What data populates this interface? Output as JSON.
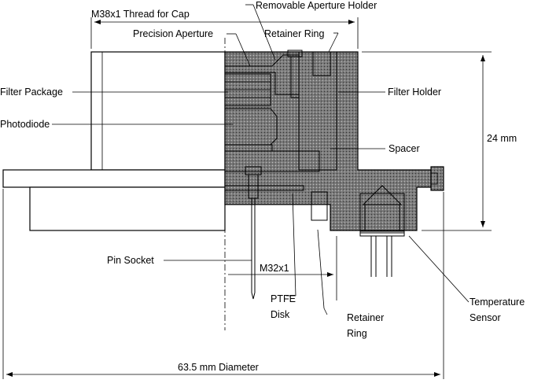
{
  "labels": {
    "thread_cap": "M38x1 Thread for Cap",
    "removable_aperture_holder": "Removable Aperture Holder",
    "precision_aperture": "Precision Aperture",
    "retainer_ring_top": "Retainer Ring",
    "filter_package": "Filter Package",
    "filter_holder": "Filter Holder",
    "photodiode": "Photodiode",
    "spacer": "Spacer",
    "height_dim": "24 mm",
    "pin_socket": "Pin Socket",
    "m32": "M32x1",
    "ptfe_line1": "PTFE",
    "ptfe_line2": "Disk",
    "retainer_bottom_line1": "Retainer",
    "retainer_bottom_line2": "Ring",
    "temp_line1": "Temperature",
    "temp_line2": "Sensor",
    "diameter": "63.5 mm Diameter"
  },
  "colors": {
    "background": "#ffffff",
    "ink": "#000000",
    "dark_metal": "#3a3a3a",
    "medium_metal": "#6e6e6e",
    "light_metal": "#9a9a9a"
  }
}
